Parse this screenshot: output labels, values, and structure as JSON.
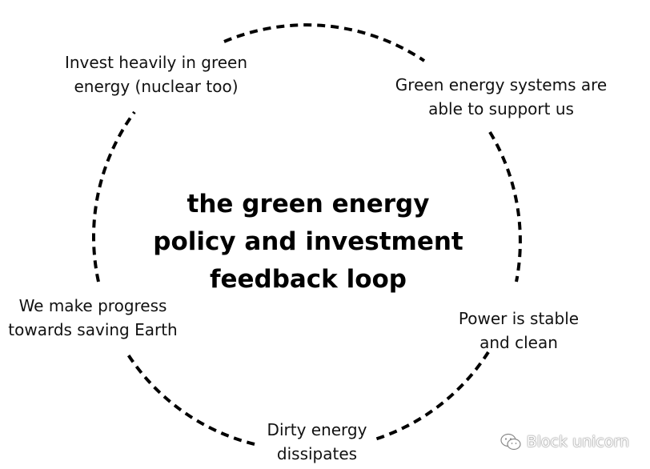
{
  "diagram": {
    "title_lines": [
      "the green energy",
      "policy and investment",
      "feedback loop"
    ],
    "nodes": [
      {
        "lines": [
          "Invest heavily in green",
          "energy (nuclear too)"
        ]
      },
      {
        "lines": [
          "Green energy systems are",
          "able to support us"
        ]
      },
      {
        "lines": [
          "Power is stable",
          "and clean"
        ]
      },
      {
        "lines": [
          "Dirty energy",
          "dissipates"
        ]
      },
      {
        "lines": [
          "We make progress",
          "towards saving Earth"
        ]
      }
    ],
    "stroke_color": "#000000"
  },
  "watermark": {
    "icon": "wechat-icon",
    "text": "Block unicorn"
  }
}
